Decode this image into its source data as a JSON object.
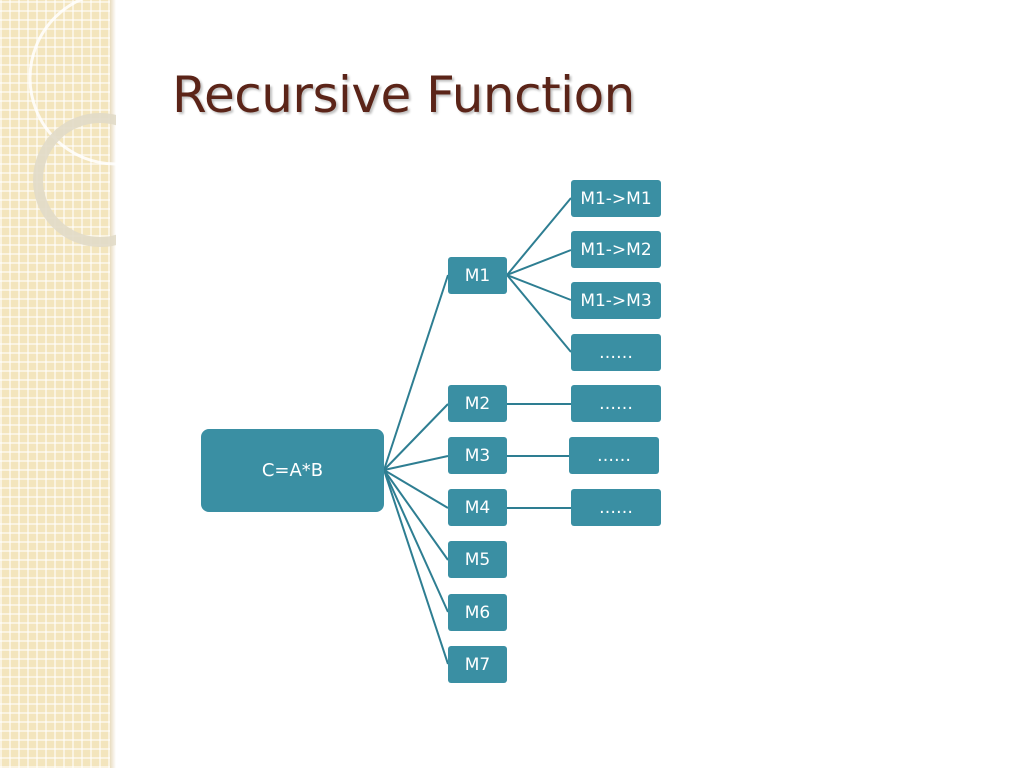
{
  "slide": {
    "title": "Recursive Function"
  },
  "colors": {
    "title": "#5b2418",
    "node_fill": "#3a8fa3",
    "node_text": "#ffffff",
    "connector": "#2e7e92",
    "side_band": "#f3e5bd"
  },
  "diagram": {
    "root": {
      "label": "C=A*B"
    },
    "level1": [
      {
        "label": "M1"
      },
      {
        "label": "M2"
      },
      {
        "label": "M3"
      },
      {
        "label": "M4"
      },
      {
        "label": "M5"
      },
      {
        "label": "M6"
      },
      {
        "label": "M7"
      }
    ],
    "m1_children": [
      {
        "label": "M1->M1"
      },
      {
        "label": "M1->M2"
      },
      {
        "label": "M1->M3"
      },
      {
        "label": "……"
      }
    ],
    "m2_child": {
      "label": "……"
    },
    "m3_child": {
      "label": "……"
    },
    "m4_child": {
      "label": "……"
    }
  }
}
